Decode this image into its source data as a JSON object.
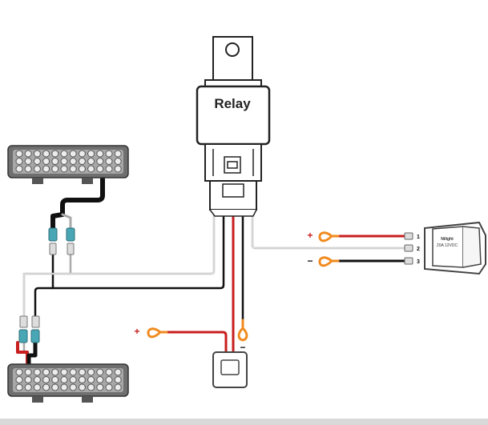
{
  "relay": {
    "label": "Relay"
  },
  "switch": {
    "brand": "Nilight",
    "rating": "20A 12VDC",
    "pins": [
      "1",
      "2",
      "3"
    ]
  },
  "terminals": {
    "switch_positive": "+",
    "switch_negative": "−",
    "fuse_positive": "+",
    "ground_negative": "−"
  },
  "colors": {
    "positive_wire": "#c81e1e",
    "negative_wire": "#111111",
    "signal_wire": "#b8b8b8",
    "terminal_ring": "#f08a1e",
    "connector": "#49a7b5",
    "led_bar_body": "#8a8a8a"
  },
  "icons": [
    "led-light-bar",
    "relay",
    "rocker-switch",
    "fuse-holder",
    "ring-terminal"
  ]
}
